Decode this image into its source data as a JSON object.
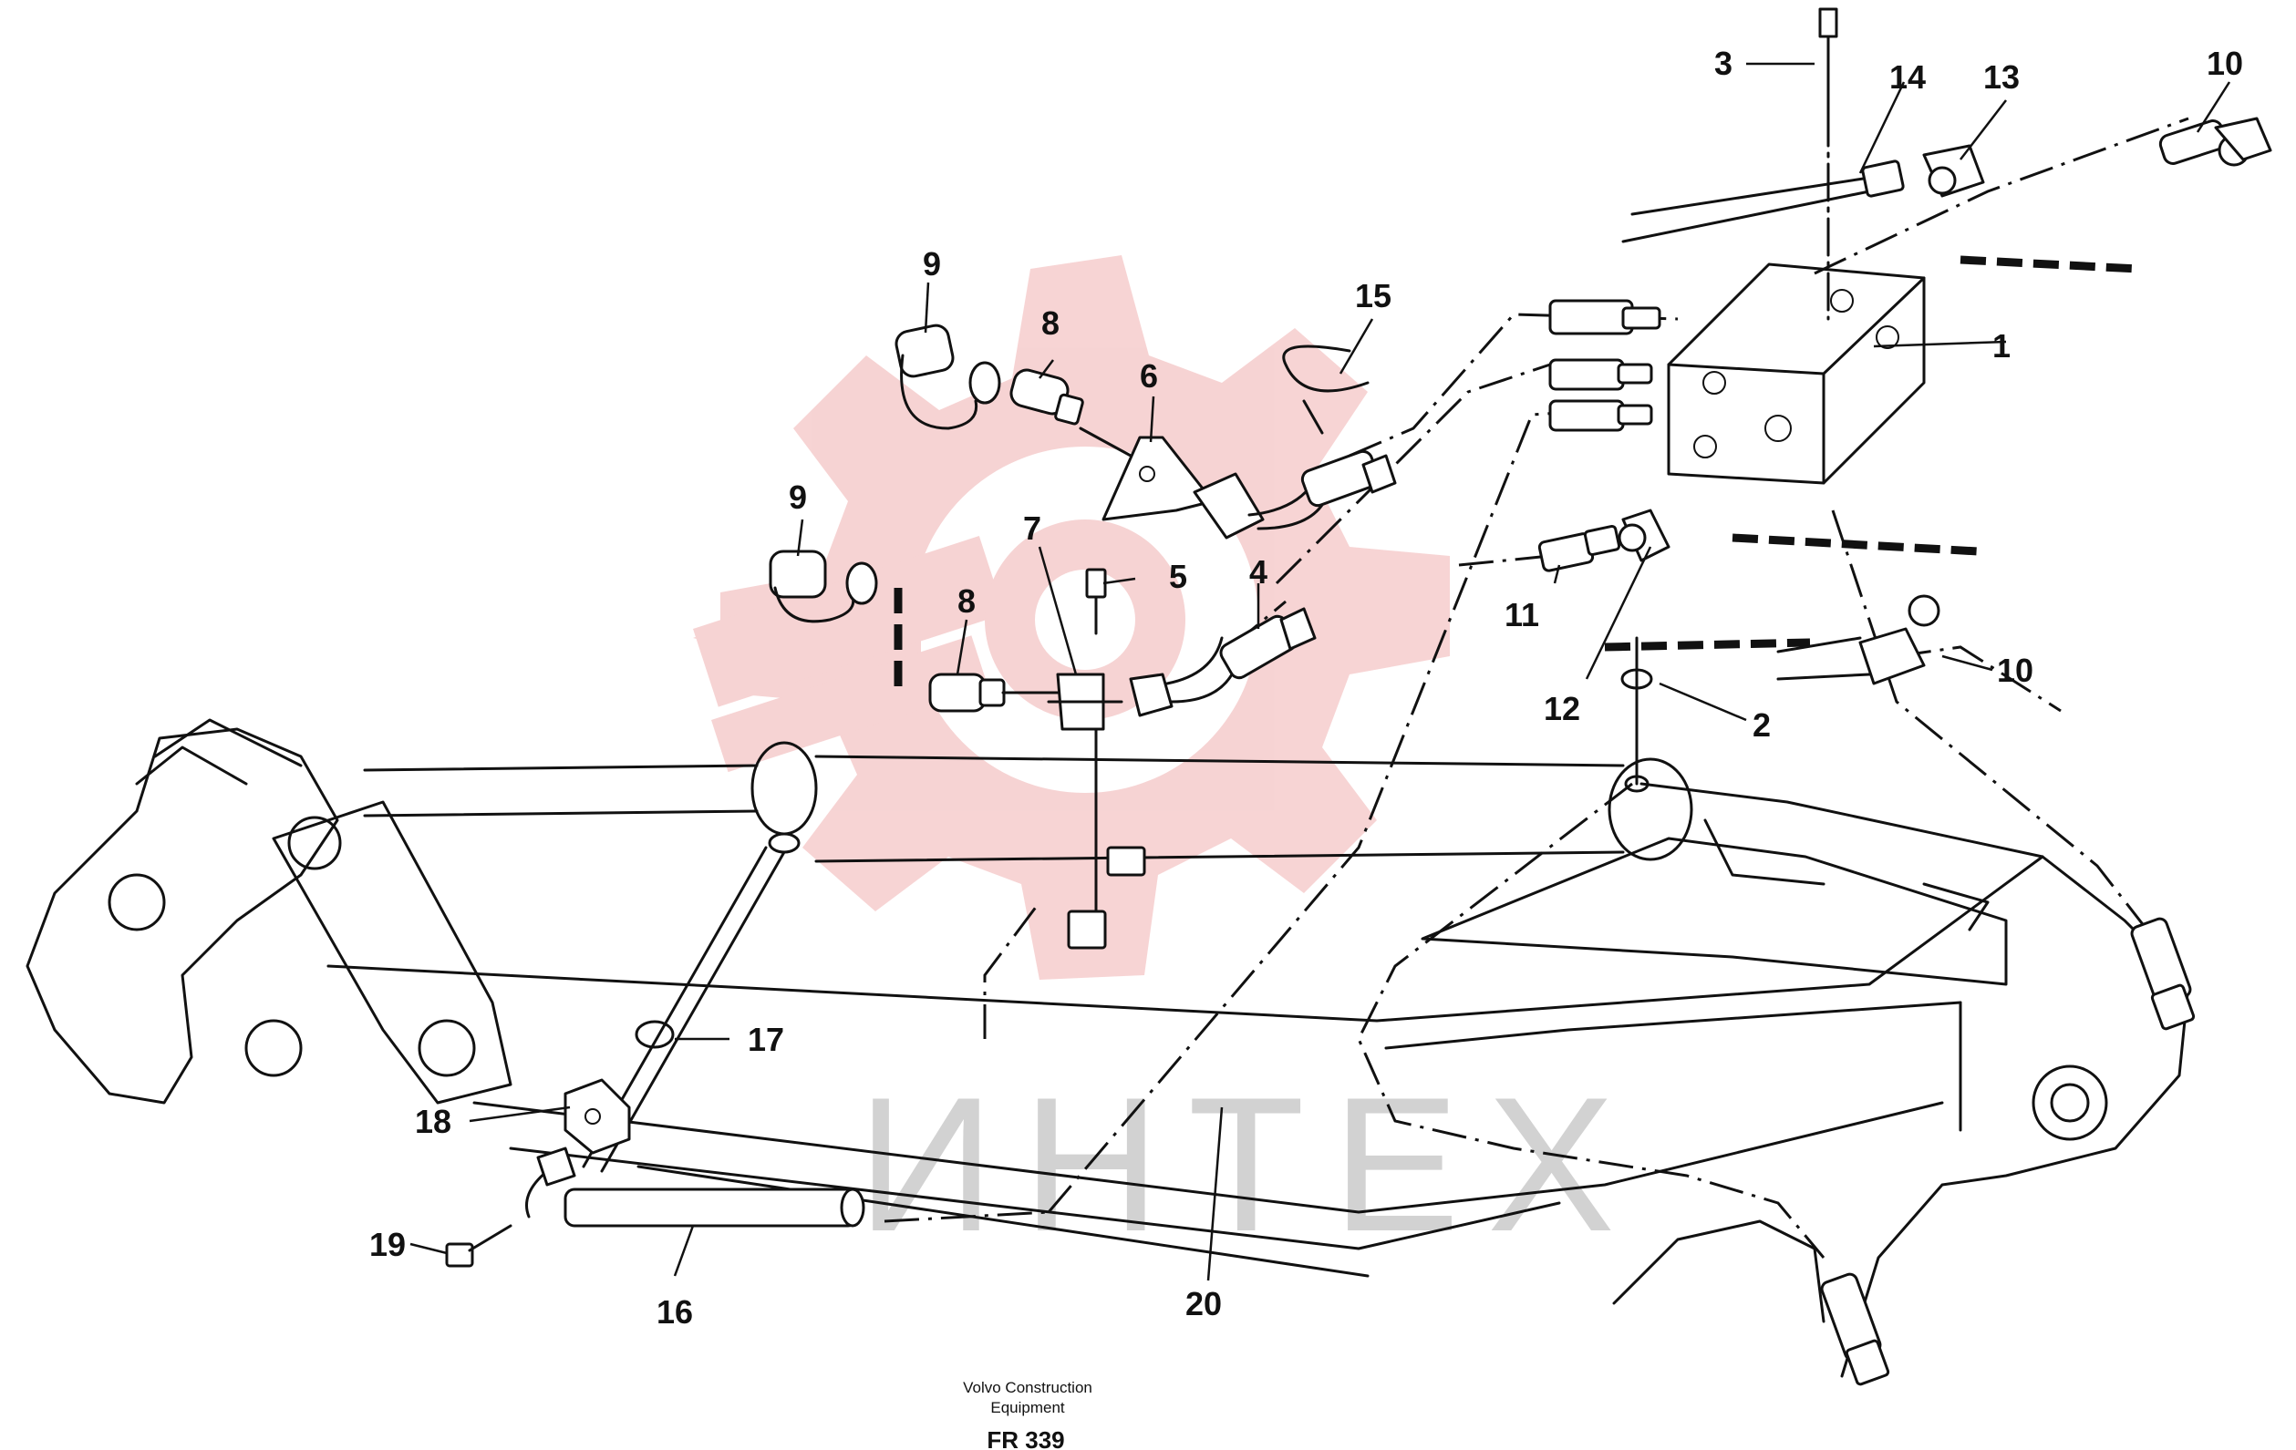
{
  "diagram": {
    "part_numbers": [
      "1",
      "2",
      "3",
      "4",
      "5",
      "6",
      "7",
      "8",
      "8",
      "9",
      "9",
      "10",
      "10",
      "11",
      "12",
      "13",
      "14",
      "15",
      "16",
      "17",
      "18",
      "19",
      "20"
    ],
    "watermark": "ИНТЕХ",
    "watermark_logo": "gear-watermark",
    "colors": {
      "line": "#111111",
      "watermark_red": "#f4c5c5",
      "watermark_gray": "#d2d2d2"
    }
  },
  "footer": {
    "caption_line1": "Volvo Construction",
    "caption_line2": "Equipment",
    "figure_code": "FR 339"
  }
}
